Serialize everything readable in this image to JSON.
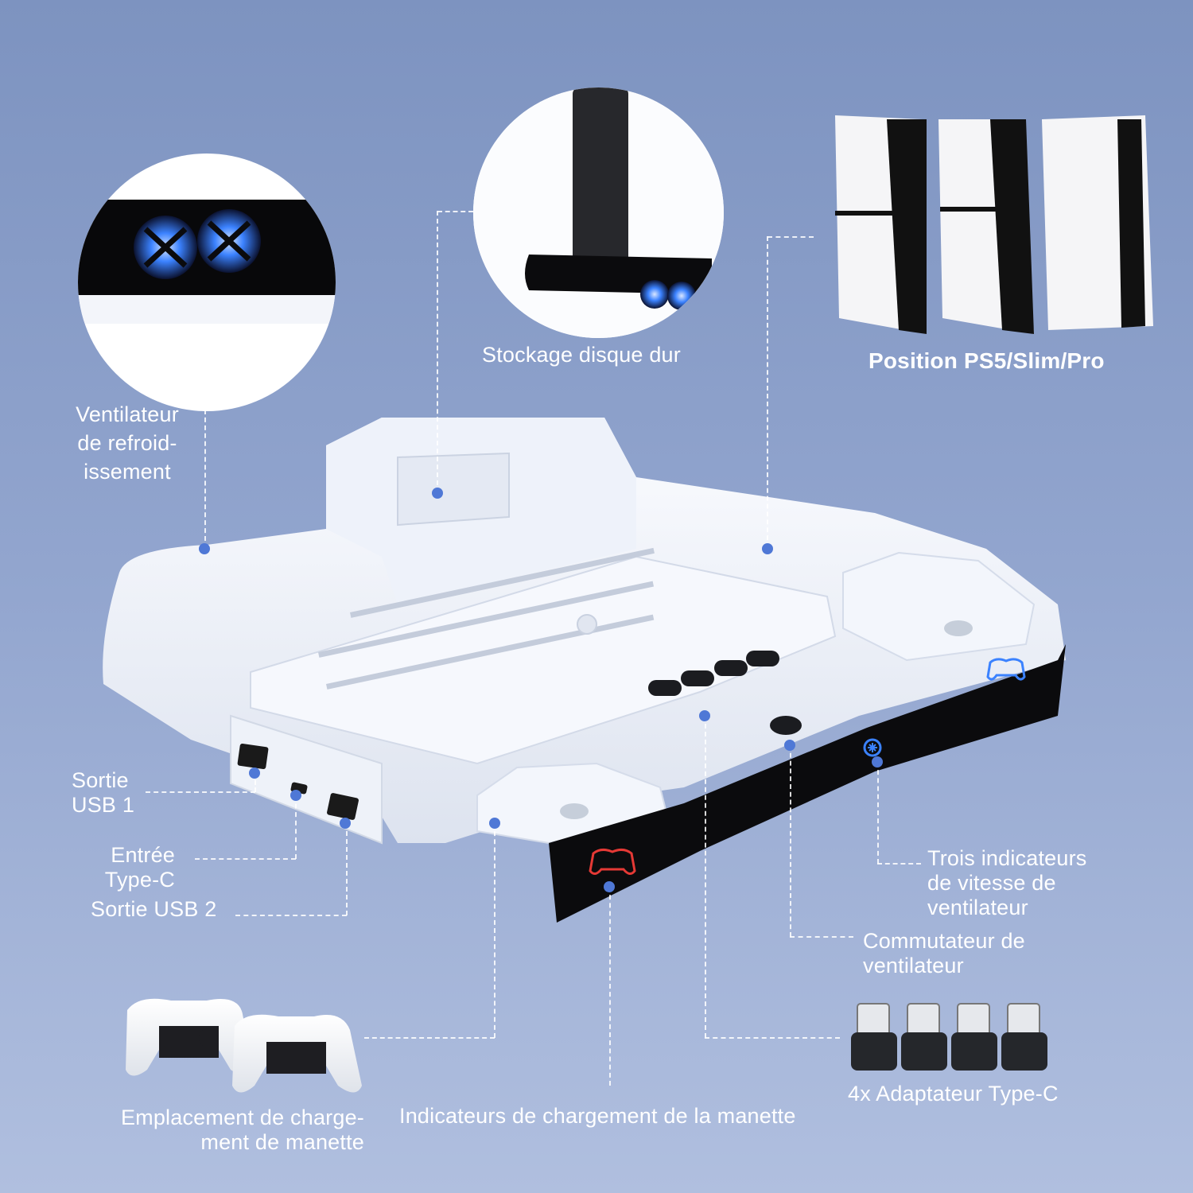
{
  "colors": {
    "background_top": "#7d93c0",
    "background_bottom": "#b0bfdf",
    "callout_dot": "#4f78d6",
    "fan_led": "#3b82ff",
    "left_slot_led": "#e53935",
    "right_slot_led": "#3b82ff",
    "panel_black": "#0b0b0d",
    "device_white": "#f2f5fb"
  },
  "callouts": {
    "cooling_fan": {
      "label_line1": "Ventilateur",
      "label_line2": "de refroid-",
      "label_line3": "issement",
      "icon": "cooling-fan-closeup"
    },
    "hdd_storage": {
      "label": "Stockage disque dur",
      "icon": "hard-drive-closeup"
    },
    "console_positions": {
      "label": "Position PS5/Slim/Pro",
      "icon": "ps5-console-variants"
    },
    "usb_out_1": {
      "label_line1": "Sortie",
      "label_line2": "USB 1"
    },
    "type_c_in": {
      "label_line1": "Entrée",
      "label_line2": "Type-C"
    },
    "usb_out_2": {
      "label": "Sortie USB 2"
    },
    "fan_speed_indicators": {
      "label_line1": "Trois indicateurs",
      "label_line2": "de vitesse de",
      "label_line3": "ventilateur"
    },
    "fan_switch": {
      "label_line1": "Commutateur de",
      "label_line2": "ventilateur"
    },
    "type_c_adapters": {
      "label": "4x Adaptateur Type-C",
      "count": 4,
      "icon": "usb-c-adapter"
    },
    "controller_slot": {
      "label_line1": "Emplacement de charge-",
      "label_line2": "ment de manette",
      "icon": "gamepad-pair"
    },
    "charging_indicators": {
      "label": "Indicateurs de chargement de la manette"
    }
  }
}
